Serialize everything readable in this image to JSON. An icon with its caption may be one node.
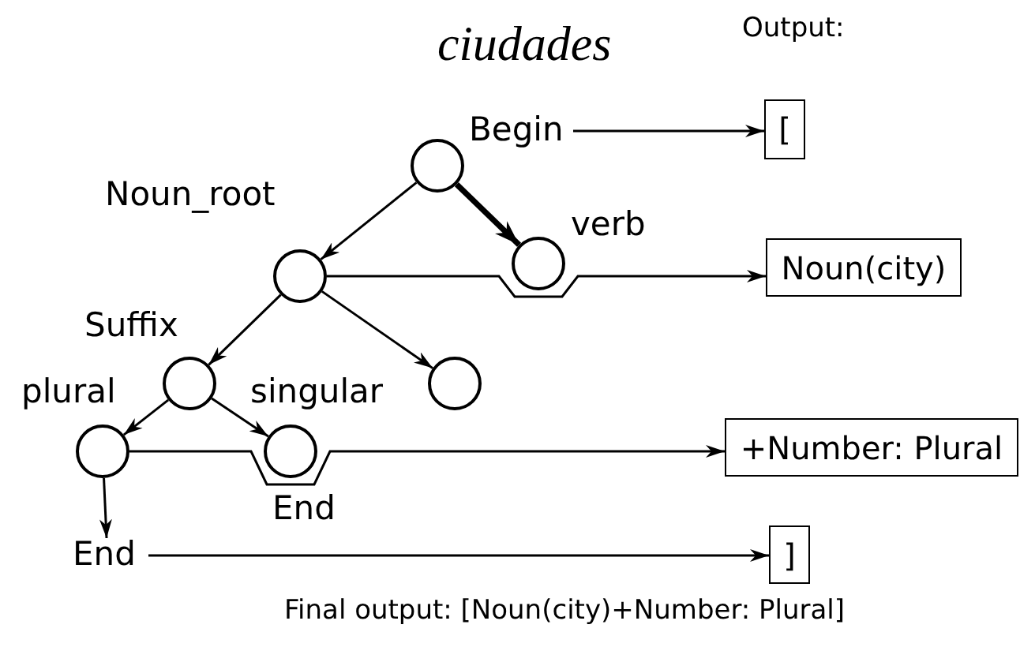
{
  "diagram": {
    "nodes": [
      {
        "text": [
          "Begin"
        ]
      },
      {
        "text": [],
        "shape": "circle"
      },
      {
        "text": [],
        "shape": "circle",
        "beside": [
          "Noun_root"
        ]
      },
      {
        "text": [],
        "shape": "circle",
        "beside": [
          "verb"
        ]
      },
      {
        "text": [],
        "shape": "circle",
        "beside": [
          "Suffix"
        ]
      },
      {
        "text": [],
        "shape": "circle"
      },
      {
        "text": [],
        "shape": "circle",
        "beside": [
          "plural"
        ]
      },
      {
        "text": [],
        "shape": "circle",
        "beside": [
          "singular",
          "End"
        ]
      },
      {
        "text": [
          "End"
        ]
      },
      {
        "text": [
          "["
        ]
      },
      {
        "text": [
          "Noun(city)"
        ]
      },
      {
        "text": [
          "+Number: Plural"
        ]
      },
      {
        "text": [
          "]"
        ]
      }
    ],
    "edges": [
      {
        "from": 1,
        "to": 2,
        "arrow": "to"
      },
      {
        "from": 1,
        "to": 3,
        "arrow": "to",
        "style": "thick"
      },
      {
        "from": 2,
        "to": 4,
        "arrow": "to"
      },
      {
        "from": 2,
        "to": 5,
        "arrow": "to"
      },
      {
        "from": 4,
        "to": 6,
        "arrow": "to"
      },
      {
        "from": 4,
        "to": 7,
        "arrow": "to"
      },
      {
        "from": 6,
        "to": 8,
        "arrow": "to"
      },
      {
        "from": 0,
        "to": 9,
        "arrow": "to"
      },
      {
        "from": 2,
        "to": 10,
        "arrow": "to"
      },
      {
        "from": 6,
        "to": 11,
        "arrow": "to"
      },
      {
        "from": 8,
        "to": 12,
        "arrow": "to"
      }
    ],
    "labels": [
      "ciudades",
      "Output:",
      "Final output: [Noun(city)+Number: Plural]"
    ]
  }
}
